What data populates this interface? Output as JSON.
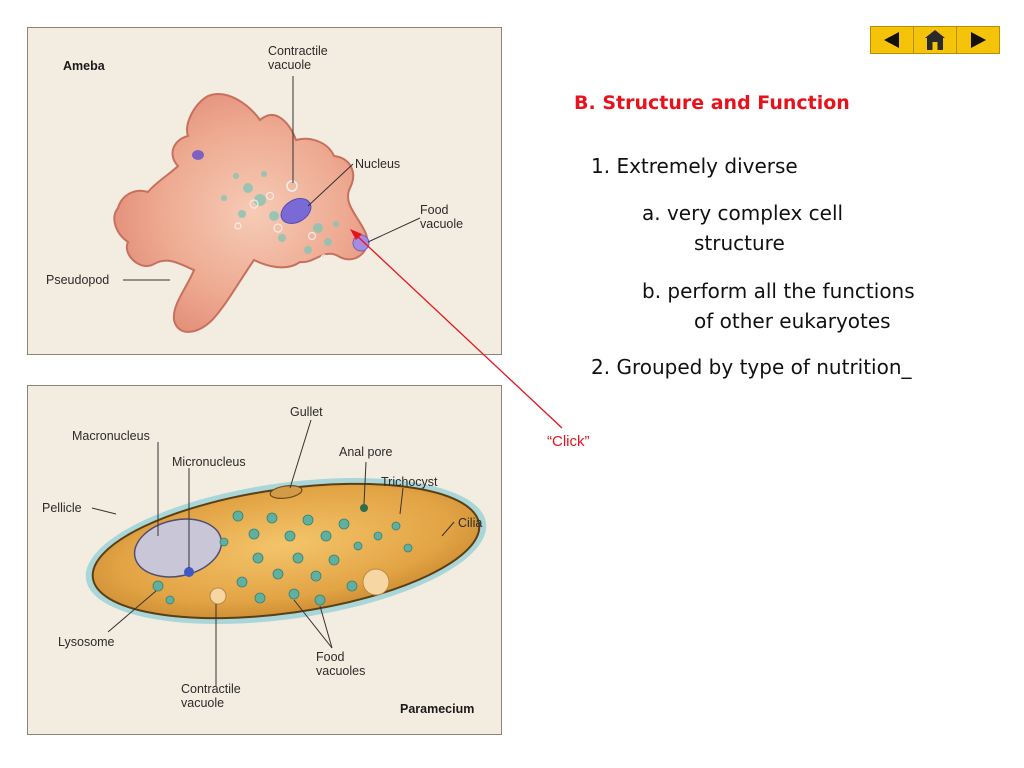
{
  "nav": {
    "prev_icon": "triangle-left-icon",
    "home_icon": "home-icon",
    "next_icon": "triangle-right-icon",
    "button_color": "#f4c30a"
  },
  "ameba_panel": {
    "title": "Ameba",
    "labels": {
      "contractile_vacuole_line1": "Contractile",
      "contractile_vacuole_line2": "vacuole",
      "nucleus": "Nucleus",
      "food_vacuole_line1": "Food",
      "food_vacuole_line2": "vacuole",
      "pseudopod": "Pseudopod"
    }
  },
  "paramecium_panel": {
    "title": "Paramecium",
    "labels": {
      "gullet": "Gullet",
      "macronucleus": "Macronucleus",
      "micronucleus": "Micronucleus",
      "anal_pore": "Anal pore",
      "trichocyst": "Trichocyst",
      "pellicle": "Pellicle",
      "cilia": "Cilia",
      "lysosome": "Lysosome",
      "food_vacuoles_line1": "Food",
      "food_vacuoles_line2": "vacuoles",
      "contractile_vacuole_line1": "Contractile",
      "contractile_vacuole_line2": "vacuole"
    }
  },
  "slide": {
    "heading": "B. Structure and Function",
    "points": {
      "p1": "1. Extremely diverse",
      "p1a_line1": "a. very complex cell",
      "p1a_line2": "structure",
      "p1b_line1": "b. perform all the functions",
      "p1b_line2": "of other eukaryotes",
      "p2": "2. Grouped by type of nutrition_"
    },
    "click_label": "“Click”",
    "accent_color": "#e8121d"
  }
}
